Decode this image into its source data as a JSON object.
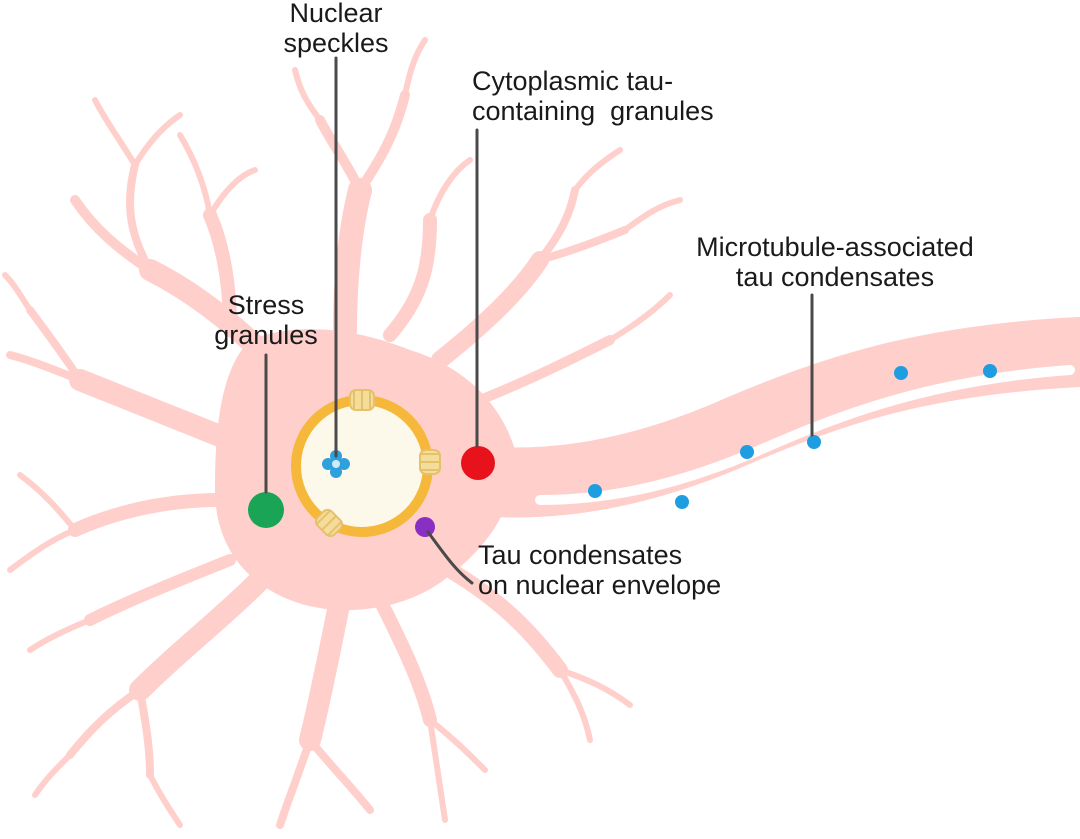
{
  "labels": {
    "nuclear_speckles": [
      "Nuclear",
      "speckles"
    ],
    "cytoplasmic_granules": [
      "Cytoplasmic tau-",
      "containing  granules"
    ],
    "microtubule_condensates": [
      "Microtubule-associated",
      "tau condensates"
    ],
    "stress_granules": [
      "Stress",
      "granules"
    ],
    "nuclear_envelope_condensates": [
      "Tau condensates",
      "on nuclear envelope"
    ]
  },
  "colors": {
    "cell_body": "#ffcfcc",
    "cell_outline": "#ffcfcc",
    "nucleus_fill": "#fdf9ea",
    "nuclear_envelope": "#f6b83a",
    "pore_complex": "#f4dc9a",
    "stress_granule": "#1aa455",
    "cytoplasmic_granule": "#e8121c",
    "envelope_condensate": "#8a2fc4",
    "microtubule_condensate": "#1e9ee0",
    "speckle": "#2ea0dc",
    "leader_line": "#4a4a4a",
    "text": "#1a1a1a"
  }
}
